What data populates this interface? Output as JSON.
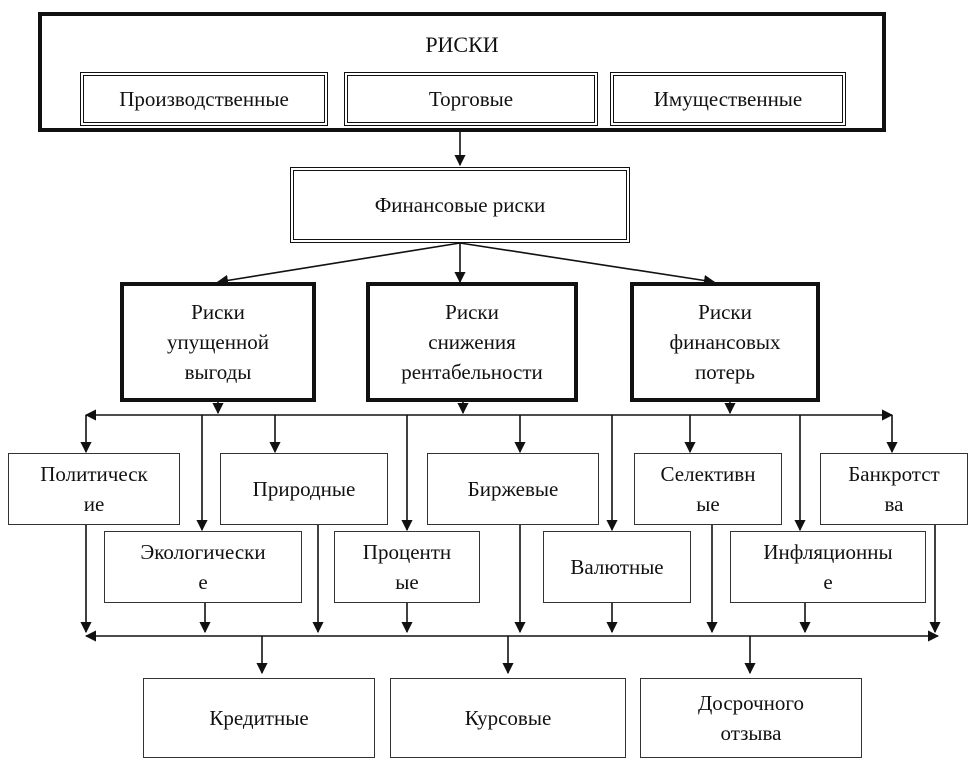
{
  "diagram": {
    "root": {
      "title": "РИСКИ",
      "items": [
        "Производственные",
        "Торговые",
        "Имущественные"
      ]
    },
    "financial": "Финансовые риски",
    "level2": [
      [
        "Риски",
        "упущенной",
        "выгоды"
      ],
      [
        "Риски",
        "снижения",
        "рентабельности"
      ],
      [
        "Риски",
        "финансовых",
        "потерь"
      ]
    ],
    "row1": [
      [
        "Политическ",
        "ие"
      ],
      [
        "Природные"
      ],
      [
        "Биржевые"
      ],
      [
        "Селективн",
        "ые"
      ],
      [
        "Банкротст",
        "ва"
      ]
    ],
    "row2": [
      [
        "Экологически",
        "е"
      ],
      [
        "Процентн",
        "ые"
      ],
      [
        "Валютные"
      ],
      [
        "Инфляционны",
        "е"
      ]
    ],
    "row3": [
      [
        "Кредитные"
      ],
      [
        "Курсовые"
      ],
      [
        "Досрочного",
        "отзыва"
      ]
    ]
  }
}
